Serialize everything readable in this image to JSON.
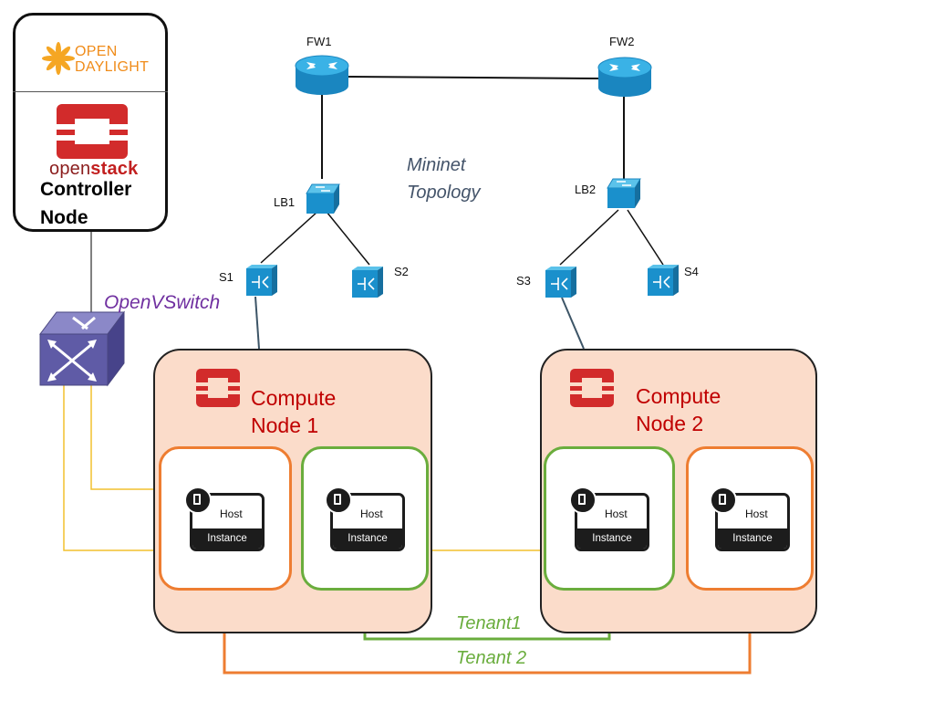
{
  "controller": {
    "opendaylight_line1": "OPEN",
    "opendaylight_line2": "DAYLIGHT",
    "openstack_prefix": "open",
    "openstack_suffix": "stack",
    "label_line1": "Controller",
    "label_line2": "Node"
  },
  "topology": {
    "title_line1": "Mininet",
    "title_line2": "Topology",
    "firewalls": [
      "FW1",
      "FW2"
    ],
    "load_balancers": [
      "LB1",
      "LB2"
    ],
    "switches": [
      "S1",
      "S2",
      "S3",
      "S4"
    ]
  },
  "ovs_label": "OpenVSwitch",
  "compute_nodes": [
    {
      "line1": "Compute",
      "line2": "Node 1"
    },
    {
      "line1": "Compute",
      "line2": "Node 2"
    }
  ],
  "host": {
    "title": "Host",
    "subtitle": "Instance"
  },
  "tenants": {
    "tenant1": "Tenant1",
    "tenant2": "Tenant 2"
  },
  "colors": {
    "router_blue": "#2b9fd8",
    "compute_fill": "#fbdcca",
    "compute_text": "#c00000",
    "tenant_orange": "#ee7d31",
    "tenant_green": "#6aad3d",
    "ovs_purple": "#7030a0",
    "ovs_wire": "#f2c12e",
    "topology_text": "#44546a"
  }
}
